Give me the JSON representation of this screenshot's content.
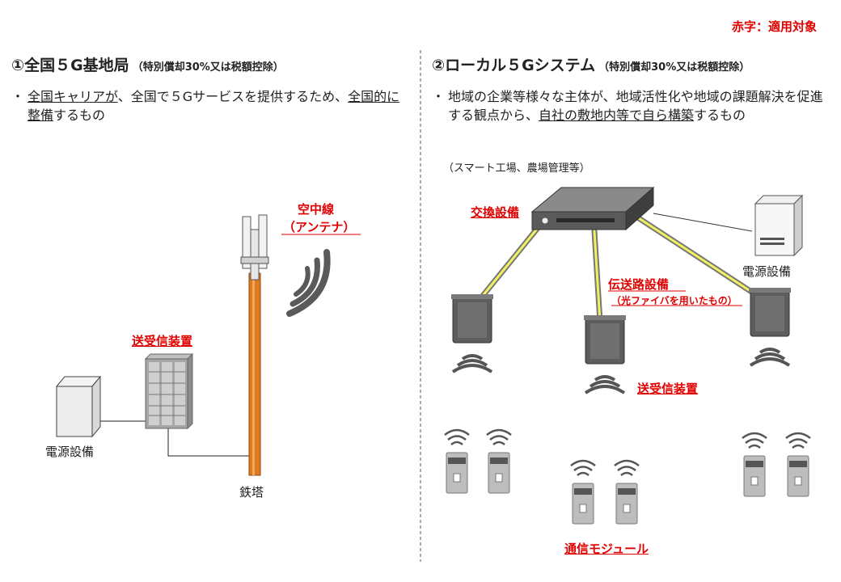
{
  "legend": "赤字：適用対象",
  "left": {
    "title": "①全国５G基地局",
    "title_sub": "（特別償却30%又は税額控除）",
    "bullet": "・",
    "desc": [
      {
        "text": "全国キャリアが",
        "u": true
      },
      {
        "text": "、全国で５Gサービスを提供するため、",
        "u": false
      },
      {
        "text": "全国的に整備",
        "u": true
      },
      {
        "text": "するもの",
        "u": false
      }
    ],
    "label_antenna_1": "空中線",
    "label_antenna_2": "（アンテナ）",
    "label_transceiver": "送受信装置",
    "label_power": "電源設備",
    "label_tower": "鉄塔"
  },
  "right": {
    "title": "②ローカル５Gシステム",
    "title_sub": "（特別償却30%又は税額控除）",
    "bullet": "・",
    "desc": [
      {
        "text": "地域の企業等様々な主体が、地域活性化や地域の課題解決を促進する観点から、",
        "u": false
      },
      {
        "text": "自社の敷地内等で自ら構築",
        "u": true
      },
      {
        "text": "するもの",
        "u": false
      }
    ],
    "example": "（スマート工場、農場管理等）",
    "label_switch": "交換設備",
    "label_power": "電源設備",
    "label_line": "伝送路設備",
    "label_line_sub": "（光ファイバを用いたもの）",
    "label_transceiver": "送受信装置",
    "label_module": "通信モジュール"
  },
  "colors": {
    "accent_red": "#e00000",
    "fiber_yellow": "#f0f060",
    "tower_orange": "#e07a1f"
  }
}
